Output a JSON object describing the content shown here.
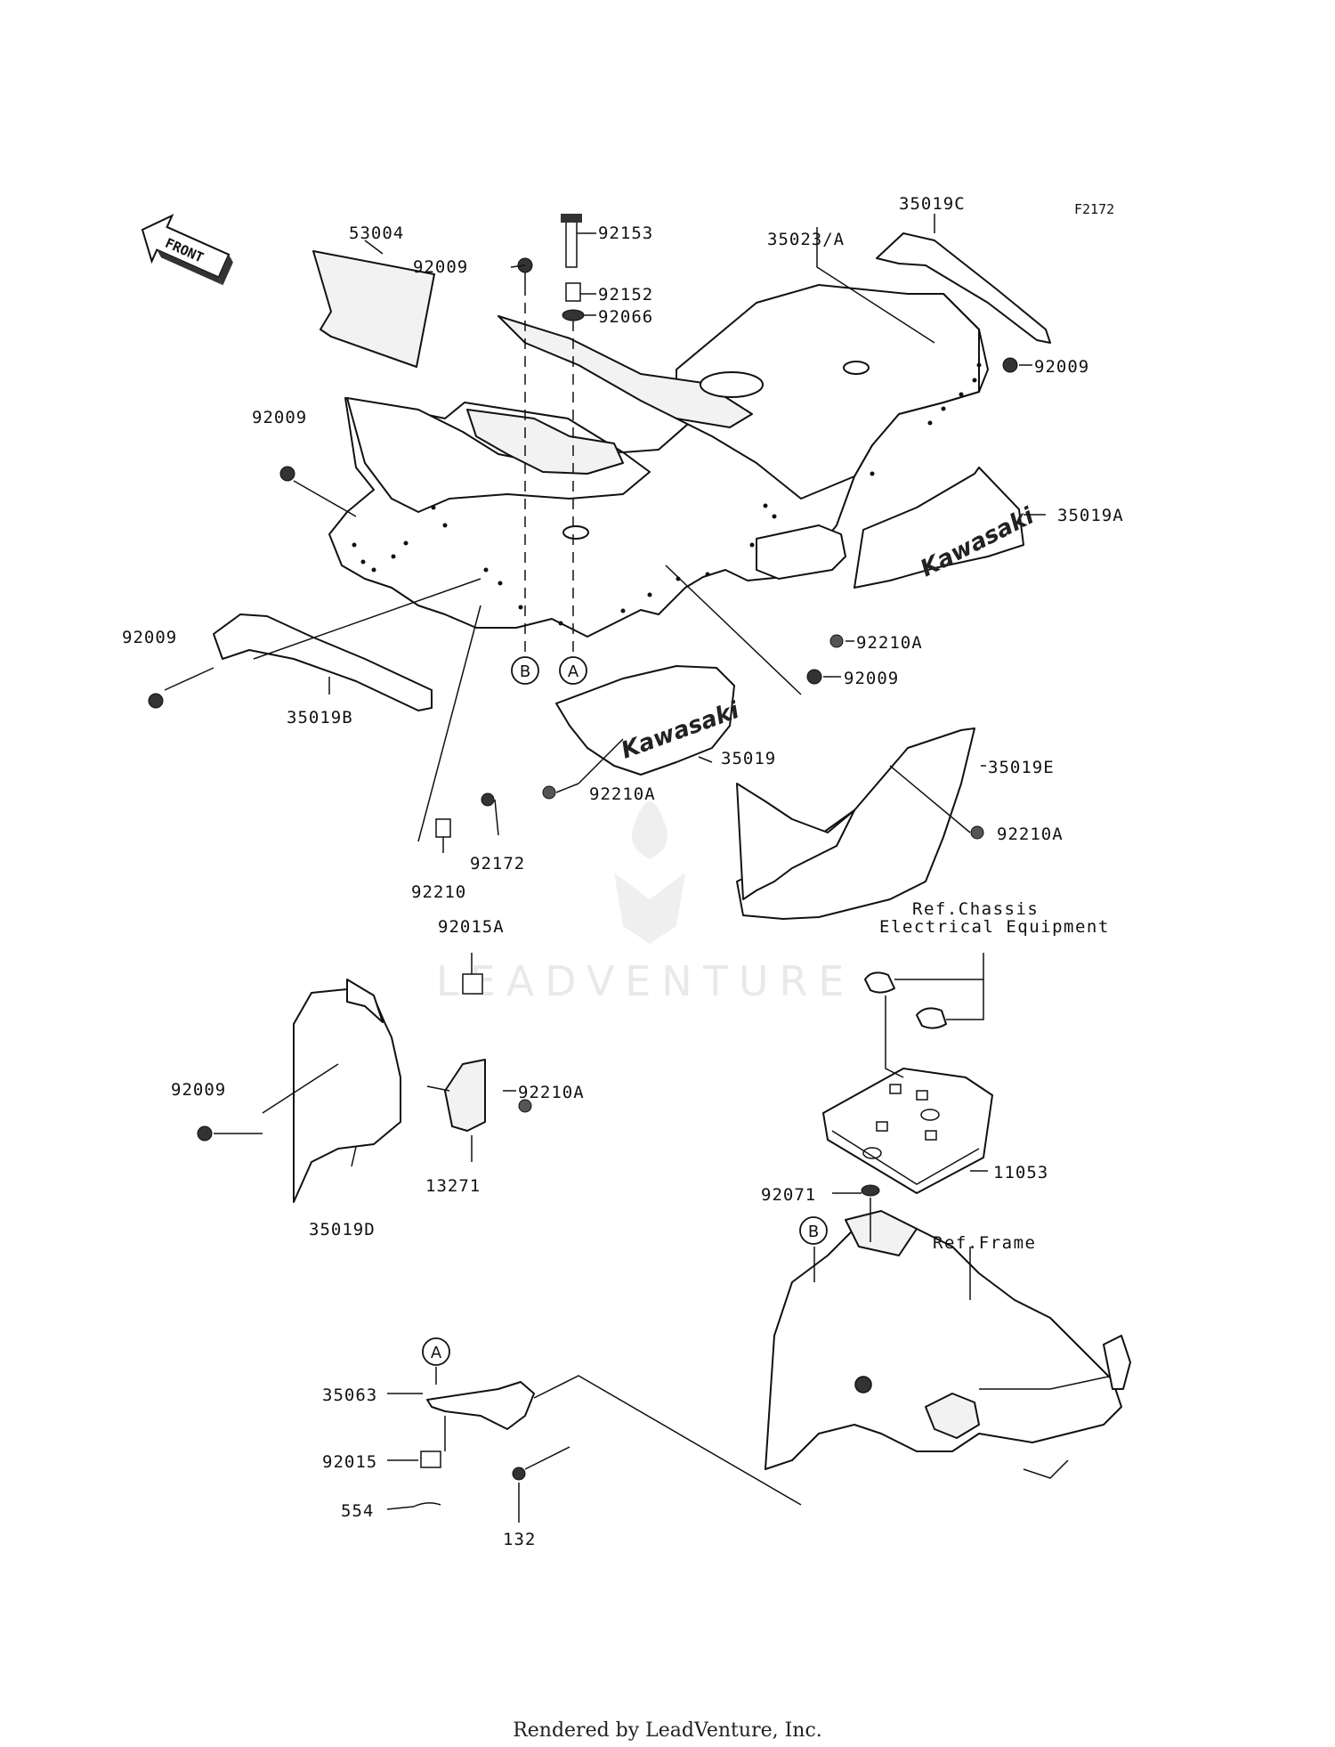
{
  "figure_id": "F2172",
  "front_label": "FRONT",
  "brand_text": "Kawasaki",
  "watermark": "LEADVENTURE",
  "footer": "Rendered by LeadVenture, Inc.",
  "references": {
    "chassis_line1": "Ref.Chassis",
    "chassis_line2": "Electrical Equipment",
    "frame": "Ref.Frame"
  },
  "callouts": {
    "A": "A",
    "B": "B"
  },
  "parts": {
    "p53004": "53004",
    "p92009_a": "92009",
    "p92153": "92153",
    "p92152": "92152",
    "p92066": "92066",
    "p35023": "35023/A",
    "p35019C": "35019C",
    "p92009_b": "92009",
    "p92009_c": "92009",
    "p35019A": "35019A",
    "p92009_d": "92009",
    "p35019B": "35019B",
    "p92210A_a": "92210A",
    "p92009_e": "92009",
    "p35019": "35019",
    "p92210A_b": "92210A",
    "p35019E": "35019E",
    "p92210A_c": "92210A",
    "p92172": "92172",
    "p92210": "92210",
    "p92015A": "92015A",
    "p92009_f": "92009",
    "p92210A_d": "92210A",
    "p13271": "13271",
    "p35019D": "35019D",
    "p11053": "11053",
    "p92071": "92071",
    "p35063": "35063",
    "p92015": "92015",
    "p554": "554",
    "p132": "132"
  }
}
